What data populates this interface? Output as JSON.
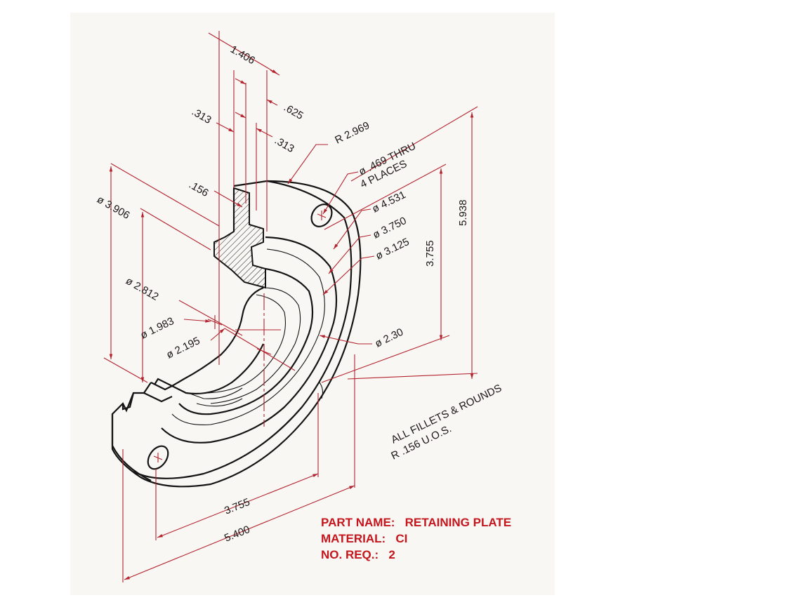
{
  "dimensions": {
    "d1_406": "1.406",
    "d625": ".625",
    "d313a": ".313",
    "d313b": ".313",
    "d156": ".156",
    "r2969": "R 2.969",
    "hole1": "ø .469 THRU",
    "hole2": "4 PLACES",
    "d4531": "ø 4.531",
    "d3750": "ø 3.750",
    "d3125": "ø 3.125",
    "d3906": "ø 3.906",
    "d2812": "ø 2.812",
    "d1983": "ø 1.983",
    "d2195": "ø 2.195",
    "d230": "ø 2.30",
    "v3755": "3.755",
    "v5938": "5.938",
    "h3755": "3.755",
    "h5400": "5.400"
  },
  "notes": {
    "line1": "ALL FILLETS & ROUNDS",
    "line2": "R .156 U.O.S."
  },
  "title_block": {
    "part_name_label": "PART NAME:",
    "part_name": "RETAINING PLATE",
    "material_label": "MATERIAL:",
    "material": "CI",
    "qty_label": "NO. REQ.:",
    "qty": "2"
  },
  "colors": {
    "dimension_red": "#b4232e",
    "title_red": "#c4161c",
    "object_black": "#141414"
  }
}
